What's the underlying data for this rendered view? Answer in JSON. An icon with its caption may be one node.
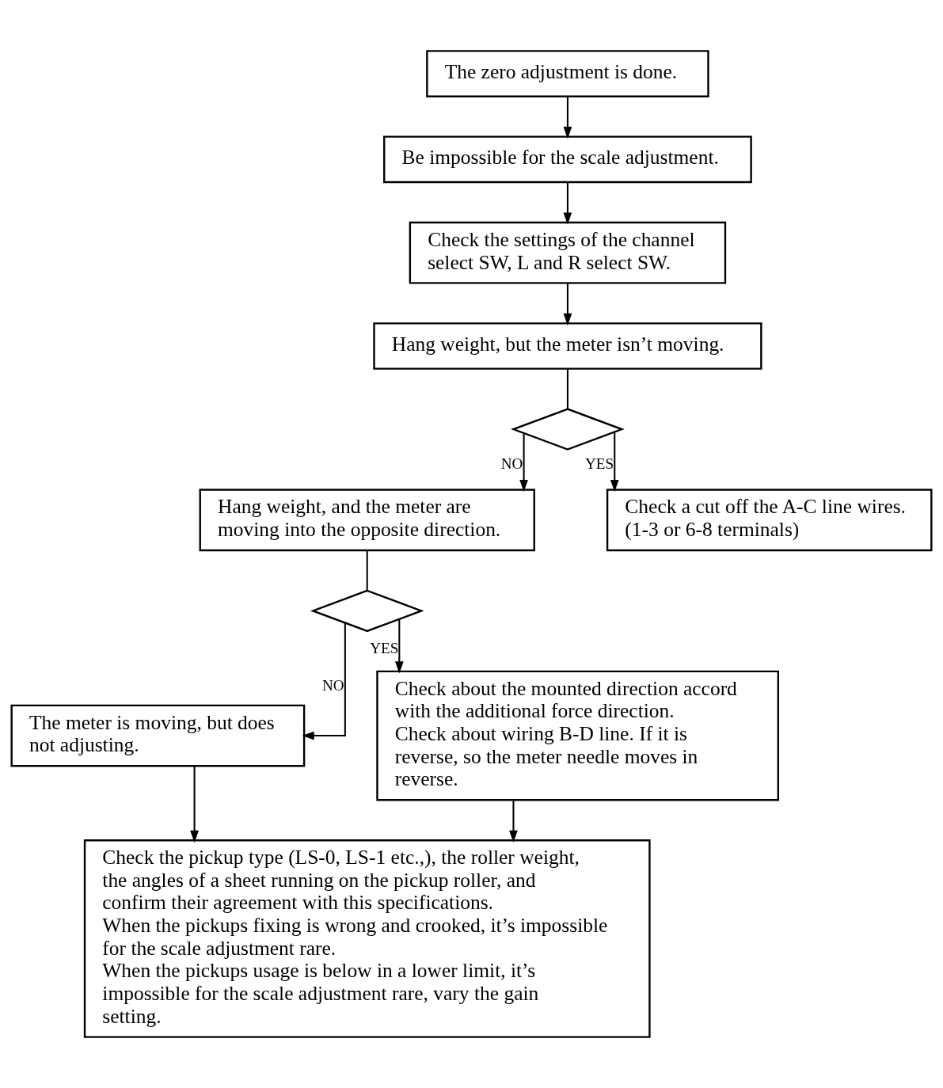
{
  "diagram": {
    "nodes": [
      {
        "text": [
          "The zero adjustment is done."
        ]
      },
      {
        "text": [
          "Be impossible for the scale adjustment."
        ]
      },
      {
        "text": [
          "Check the settings of the channel select SW, L and R select SW."
        ]
      },
      {
        "text": [
          "Hang weight, but the meter isn’t moving."
        ]
      },
      {
        "text": [],
        "shape": "diamond"
      },
      {
        "text": [
          "Hang weight, and the meter are moving into the opposite direction."
        ]
      },
      {
        "text": [
          "Check a cut off the A-C line wires.",
          "(1-3 or 6-8 terminals)"
        ]
      },
      {
        "text": [],
        "shape": "diamond"
      },
      {
        "text": [
          "The meter is moving, but does not adjusting."
        ]
      },
      {
        "text": [
          "Check about the mounted direction accord with the additional force direction.",
          "Check about wiring B-D line. If it is reverse, so the meter needle moves in reverse."
        ]
      },
      {
        "text": [
          "Check the pickup type (LS-0, LS-1 etc.,), the roller weight, the angles of a sheet running on the pickup roller, and confirm their agreement with this specifications.",
          "When the pickups fixing is wrong and crooked, it’s impossible for the scale adjustment rare.",
          "When the pickups usage is below in a lower limit, it’s impossible for the scale adjustment rare, vary the gain setting."
        ]
      }
    ],
    "edges": [
      {
        "from": 0,
        "to": 1,
        "arrow": "to"
      },
      {
        "from": 1,
        "to": 2,
        "arrow": "to"
      },
      {
        "from": 2,
        "to": 3,
        "arrow": "to"
      },
      {
        "from": 3,
        "to": 4,
        "arrow": "none"
      },
      {
        "from": 4,
        "to": 5,
        "arrow": "to",
        "label": "NO"
      },
      {
        "from": 4,
        "to": 6,
        "arrow": "to",
        "label": "YES"
      },
      {
        "from": 5,
        "to": 7,
        "arrow": "none"
      },
      {
        "from": 7,
        "to": 8,
        "arrow": "to",
        "label": "NO"
      },
      {
        "from": 7,
        "to": 9,
        "arrow": "to",
        "label": "YES"
      },
      {
        "from": 8,
        "to": 10,
        "arrow": "to"
      },
      {
        "from": 9,
        "to": 10,
        "arrow": "to"
      }
    ]
  }
}
